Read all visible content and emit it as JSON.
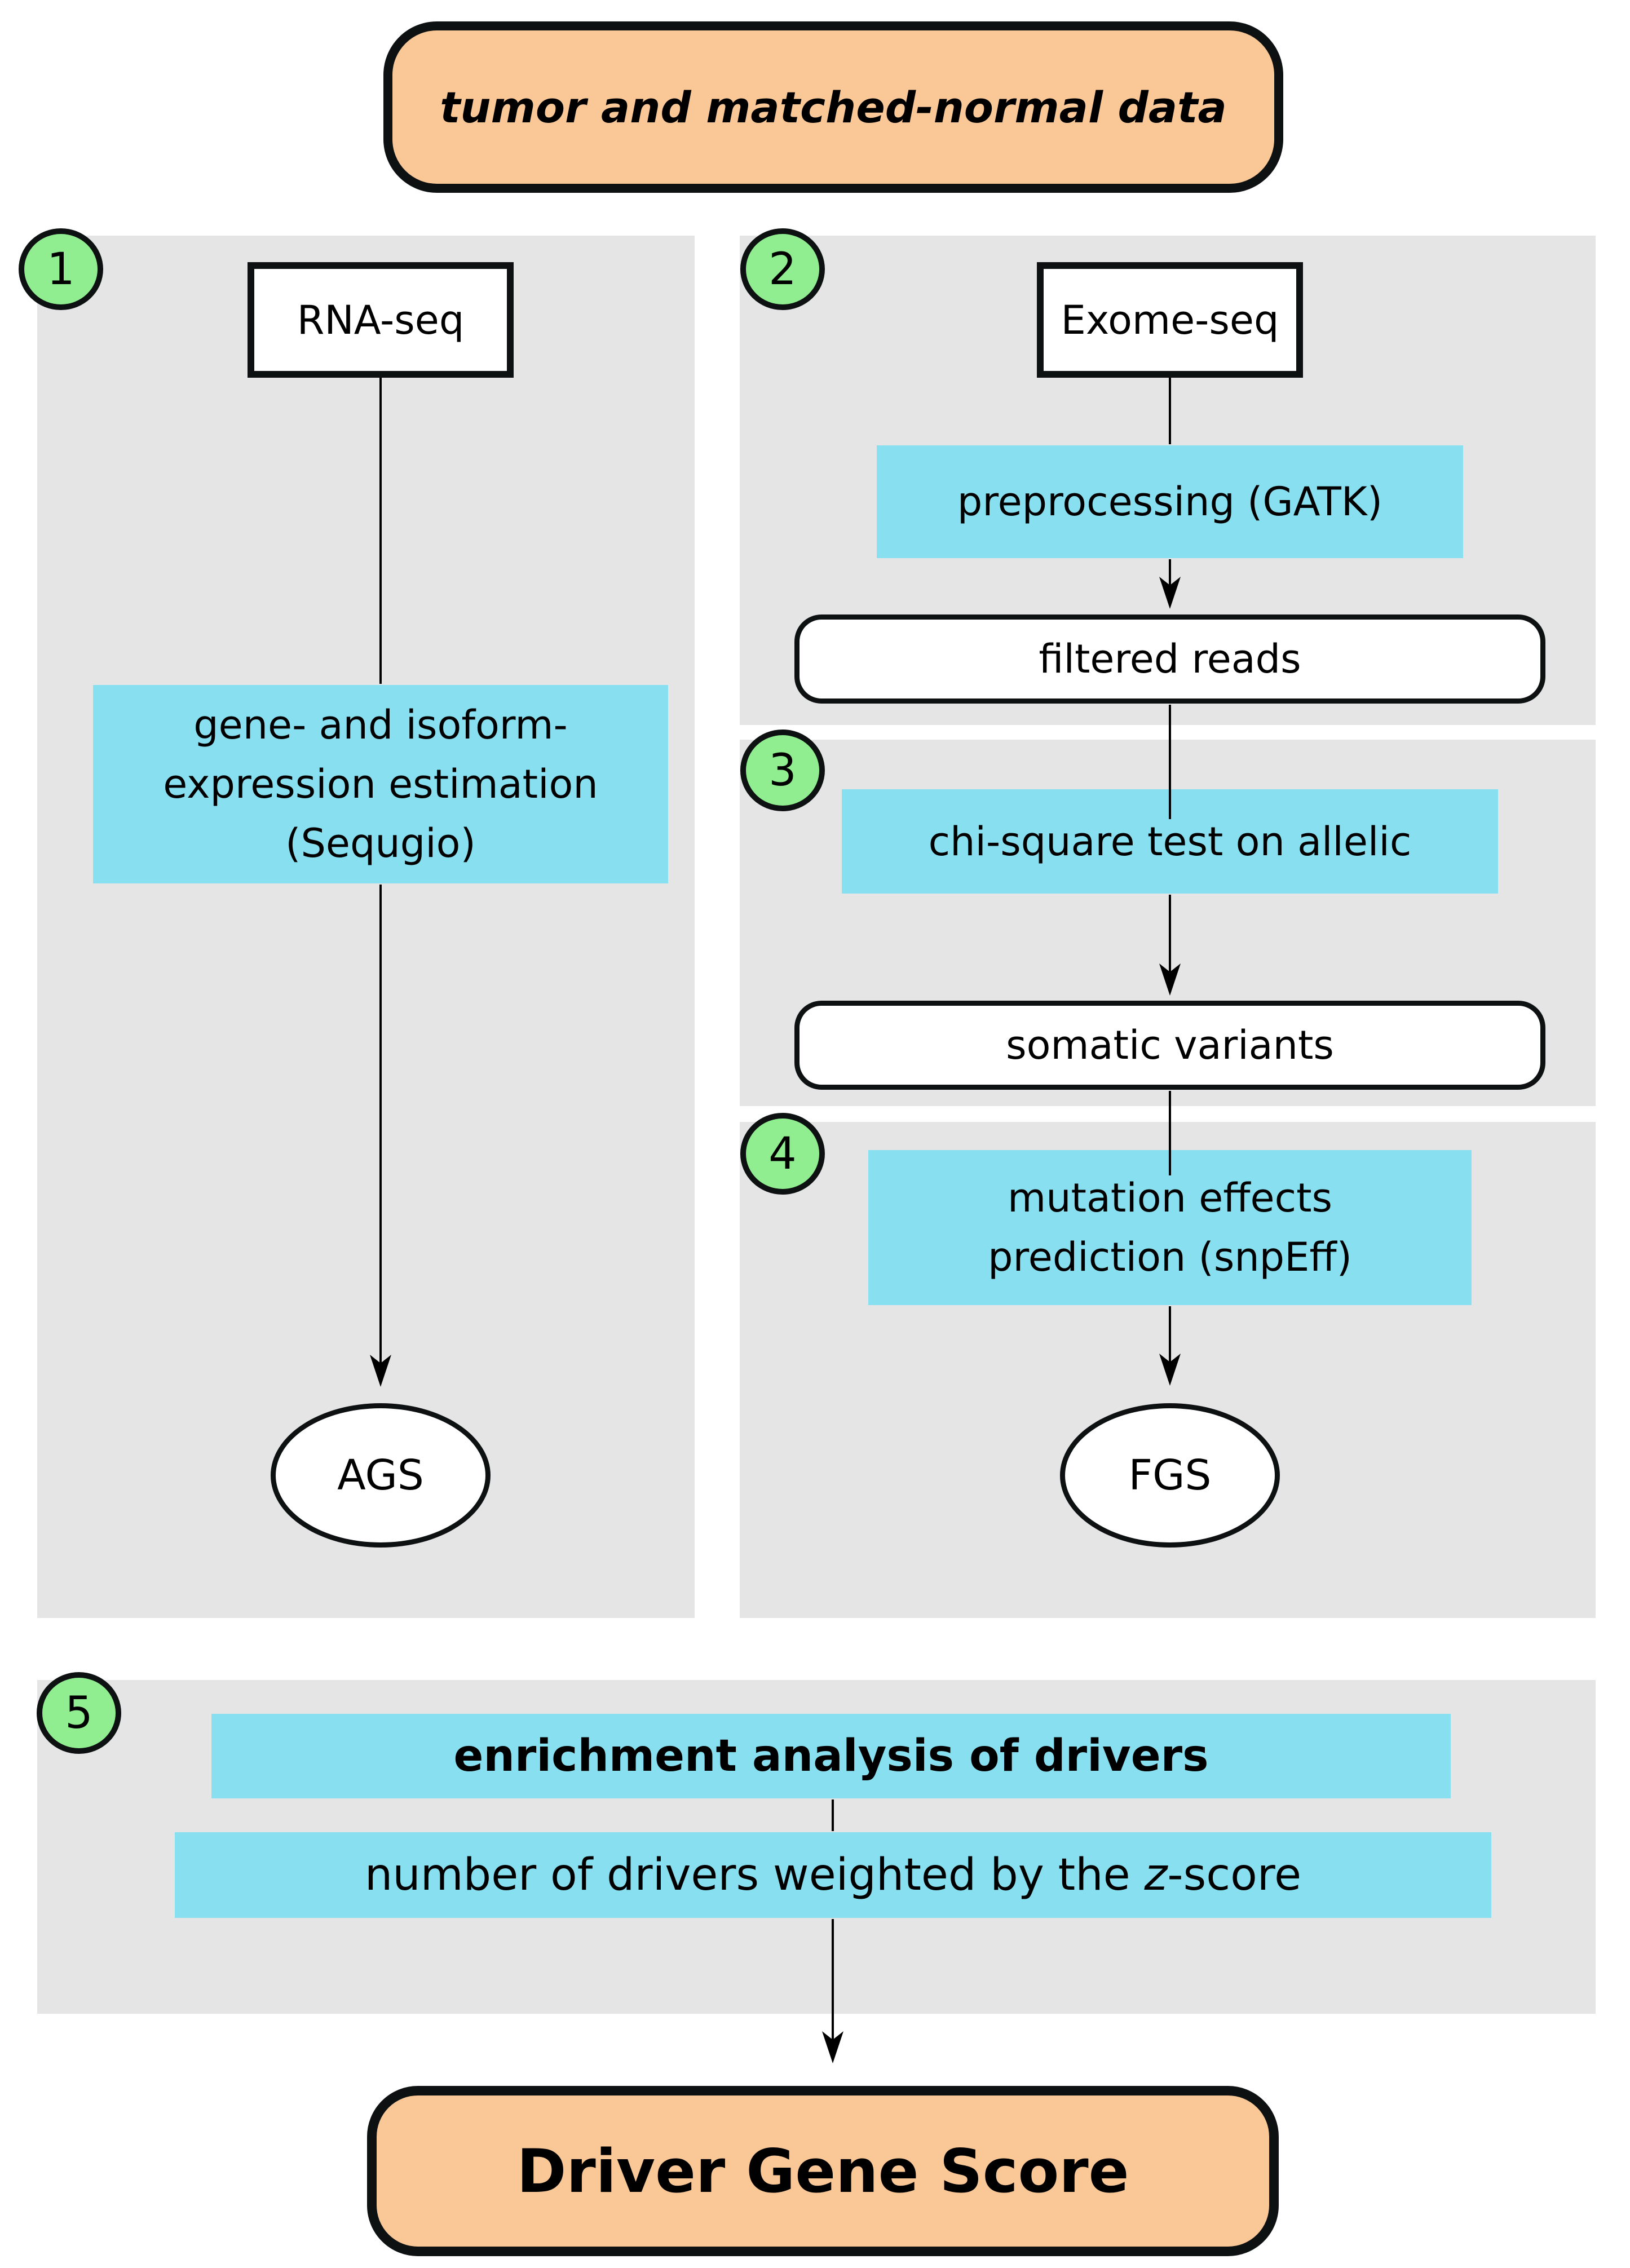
{
  "input": {
    "label": "tumor and matched-normal data"
  },
  "step_badges": [
    "1",
    "2",
    "3",
    "4",
    "5"
  ],
  "rna_branch": {
    "rna_seq": "RNA-seq",
    "estimation_lines": [
      "gene- and isoform-",
      "expression estimation",
      "(Sequgio)"
    ],
    "output": "AGS"
  },
  "exome_branch": {
    "exome_seq": "Exome-seq",
    "preprocessing": "preprocessing (GATK)",
    "filtered_reads": "filtered reads",
    "chi_square": "chi-square test on allelic",
    "somatic_variants": "somatic variants",
    "mutation_lines": [
      "mutation effects",
      "prediction (snpEff)"
    ],
    "output": "FGS"
  },
  "enrichment": {
    "title": "enrichment analysis of drivers",
    "weighted_prefix": "number of drivers weighted by the ",
    "weighted_italic": "z",
    "weighted_suffix": "-score"
  },
  "final": {
    "label": "Driver Gene Score"
  },
  "colors": {
    "panel_gray": "#e5e5e5",
    "process_blue": "#87dfef",
    "badge_green": "#90ee90",
    "terminator_peach": "#fac896",
    "outline_black": "#0d1111"
  }
}
